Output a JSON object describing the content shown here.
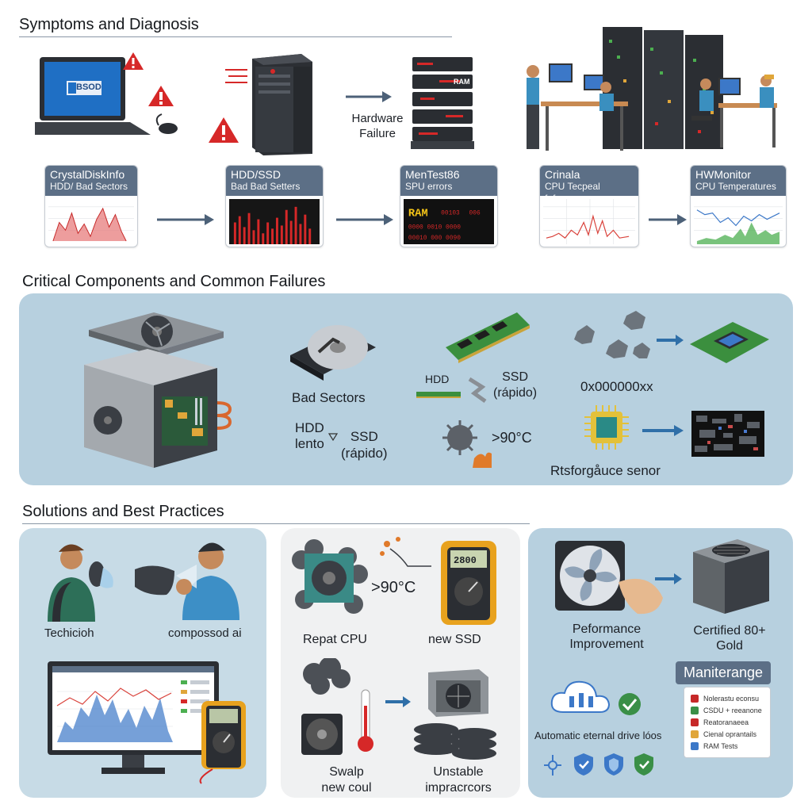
{
  "sections": {
    "symptoms": "Symptoms and Diagnosis",
    "components": "Critical Components and Common Failures",
    "solutions": "Solutions and Best Practices"
  },
  "symptoms": {
    "laptop_screen_text": "BSOD",
    "hardware_failure_label": "Hardware Failure",
    "ram_tag": "RAM",
    "tools": [
      {
        "title": "CrystalDiskInfo",
        "subtitle": "HDD/ Bad Sectors"
      },
      {
        "title": "HDD/SSD",
        "subtitle": "Bad Bad Setters"
      },
      {
        "title": "MenTest86",
        "subtitle": "SPU errors"
      },
      {
        "title": "Crinala",
        "subtitle": "CPU Tecpeal fafsaonos"
      },
      {
        "title": "HWMonitor",
        "subtitle": "CPU Temperatures"
      }
    ]
  },
  "components": {
    "bad_sectors": "Bad Sectors",
    "hdd_lento_1": "HDD",
    "hdd_lento_2": "lento",
    "ssd_rapido_1": "SSD",
    "ssd_rapido_2": "(rápido)",
    "hdd_small": "HDD",
    "ssd_small": "SSD",
    "ssd_small_2": "(rápido)",
    "temp": ">90°C",
    "error_code": "0x000000xx",
    "sensor_label": "Rtsforgåucе senor"
  },
  "solutions": {
    "technician": "Techicioh",
    "compressed_air": "compossod ai",
    "temp": ">90°C",
    "multimeter_reading": "2800",
    "repat_cpu": "Repat CPU",
    "new_ssd": "new SSD",
    "swap_1": "Swalp",
    "swap_2": "new coul",
    "unstable_1": "Unstable",
    "unstable_2": "impracrcors",
    "performance_1": "Peformance",
    "performance_2": "Improvement",
    "certified_1": "Certified 80+",
    "certified_2": "Gold",
    "maintenance": "Maniterange",
    "checklist": [
      "Nolerastu econsu",
      "CSDU + reeanone",
      "Reatoranaeea",
      "Cienal oprantails",
      "RAM Tests"
    ],
    "backup_label": "Automatic eternal drive lóos"
  },
  "colors": {
    "panel_grey": "#e7e8ea",
    "panel_blue": "#b7d0df",
    "card_header": "#5c6f86",
    "arrow": "#4c6178",
    "warning_red": "#d62828",
    "chart_red": "#d9413a",
    "chart_blue": "#3c78c8"
  }
}
